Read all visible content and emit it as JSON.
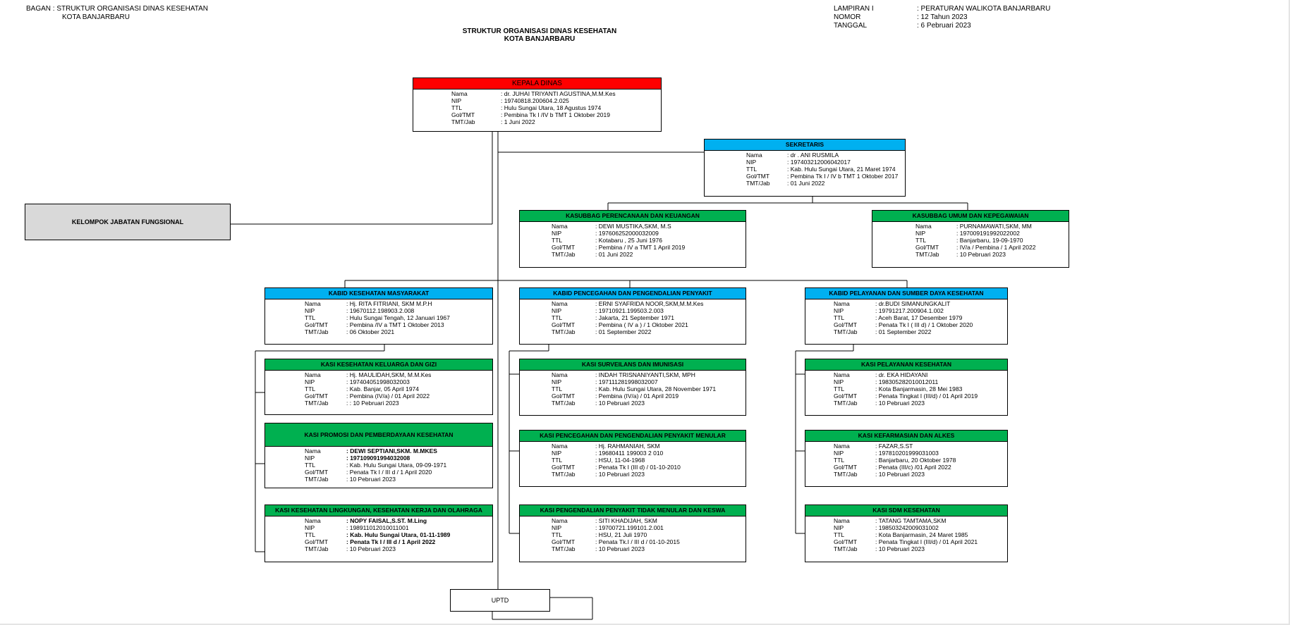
{
  "header_left": {
    "line1": "BAGAN : STRUKTUR ORGANISASI DINAS KESEHATAN",
    "line2": "KOTA BANJARBARU"
  },
  "header_right": {
    "rows": [
      {
        "label": "LAMPIRAN I",
        "value": ": PERATURAN WALIKOTA BANJARBARU"
      },
      {
        "label": "NOMOR",
        "value": ": 12 Tahun 2023"
      },
      {
        "label": "TANGGAL",
        "value": ": 6 Pebruari 2023"
      }
    ]
  },
  "title": {
    "line1": "STRUKTUR ORGANISASI DINAS KESEHATAN",
    "line2": "KOTA BANJARBARU"
  },
  "labels": {
    "nama": "Nama",
    "nip": "NIP",
    "ttl": "TTL",
    "gol": "Gol/TMT",
    "tmt": "TMT/Jab"
  },
  "colors": {
    "kepala": "#ff0000",
    "kabid": "#00b0f0",
    "kasi": "#00b050",
    "fungsional": "#d9d9d9"
  },
  "kepala": {
    "title": "KEPALA DINAS",
    "nama": ": dr. JUHAI TRIYANTI AGUSTINA,M.M.Kes",
    "nip": ": 19740818.200604.2.025",
    "ttl": ": Hulu Sungai Utara, 18 Agustus 1974",
    "gol": ": Pembina Tk I /IV b TMT 1 Oktober 2019",
    "tmt": ": 1 Juni 2022"
  },
  "sekretaris": {
    "title": "SEKRETARIS",
    "nama": ": dr . ANI RUSMILA",
    "nip": ": 197403212006042017",
    "ttl": ": Kab. Hulu Sungai Utara, 21 Maret 1974",
    "gol": ": Pembina Tk I / IV b TMT 1 Oktober 2017",
    "tmt": ":  01 Juni 2022"
  },
  "fungsional": {
    "title": "KELOMPOK JABATAN FUNGSIONAL"
  },
  "uptd": {
    "title": "UPTD"
  },
  "kasubbag_keu": {
    "title": "KASUBBAG PERENCANAAN DAN KEUANGAN",
    "nama": ": DEWI MUSTIKA,SKM, M.S",
    "nip": ": 197606252000032009",
    "ttl": ": Kotabaru , 25 Juni 1976",
    "gol": ": Pembina / IV a TMT 1 April 2019",
    "tmt": ": 01 Juni 2022"
  },
  "kasubbag_umum": {
    "title": "KASUBBAG UMUM DAN KEPEGAWAIAN",
    "nama": ": PURNAMAWATI,SKM, MM",
    "nip": ": 197009191992022002",
    "ttl": ": Banjarbaru, 19-09-1970",
    "gol": ": IV/a / Pembina / 1 April 2022",
    "tmt": ":  10 Pebruari 2023"
  },
  "kabid_kesmas": {
    "title": "KABID KESEHATAN MASYARAKAT",
    "nama": ": Hj. RITA FITRIANI, SKM M.P.H",
    "nip": ": 19670112.198903.2.008",
    "ttl": ": Hulu Sungai Tengah, 12 Januari 1967",
    "gol": ": Pembina /IV a TMT 1 Oktober 2013",
    "tmt": ": 06 Oktober 2021"
  },
  "kabid_p2p": {
    "title": "KABID PENCEGAHAN DAN PENGENDALIAN PENYAKIT",
    "nama": ": ERNI SYAFRIDA NOOR,SKM,M.M.Kes",
    "nip": ": 19710921.199503.2.003",
    "ttl": ": Jakarta, 21 September 1971",
    "gol": ": Pembina ( IV a ) / 1 Oktober 2021",
    "tmt": ": 01 September 2022"
  },
  "kabid_yankes": {
    "title": "KABID PELAYANAN DAN SUMBER DAYA KESEHATAN",
    "nama": ": dr.BUDI SIMANUNGKALIT",
    "nip": ": 19791217.200904.1.002",
    "ttl": ": Aceh Barat, 17 Desember 1979",
    "gol": ": Penata Tk I ( III d) / 1 Oktober 2020",
    "tmt": ": 01 September 2022"
  },
  "kasi_kesga": {
    "title": "KASI KESEHATAN KELUARGA DAN GIZI",
    "nama": ": Hj. MAULIDAH,SKM, M.M.Kes",
    "nip": ": 197404051998032003",
    "ttl": ": Kab. Banjar, 05 April 1974",
    "gol": ": Pembina (IV/a) / 01 April 2022",
    "tmt": ": : 10 Pebruari 2023"
  },
  "kasi_promkes": {
    "title": "KASI PROMOSI DAN PEMBERDAYAAN KESEHATAN",
    "nama": ": DEWI SEPTIANI,SKM. M.MKES",
    "nip": ": 197109091994032008",
    "ttl": ": Kab. Hulu Sungai Utara, 09-09-1971",
    "gol": ": Penata Tk I / III d / 1 April 2020",
    "tmt": ": 10 Pebruari 2023"
  },
  "kasi_kesling": {
    "title": "KASI KESEHATAN LINGKUNGAN, KESEHATAN KERJA DAN OLAHRAGA",
    "nama": ": NOPY FAISAL,S.ST. M.Ling",
    "nip": ": 198911012010011001",
    "ttl": ": Kab. Hulu Sungai Utara, 01-11-1989",
    "gol": ": Penata Tk I / III d / 1 April 2022",
    "tmt": ": 10 Pebruari 2023"
  },
  "kasi_surveilans": {
    "title": "KASI SURVEILANS DAN IMUNISASI",
    "nama": ": INDAH TRISNANIYANTI,SKM, MPH",
    "nip": ": 197111281998032007",
    "ttl": ": Kab. Hulu Sungai Utara, 28 November 1971",
    "gol": ": Pembina (IV/a) / 01 April 2019",
    "tmt": ": 10 Pebruari 2023"
  },
  "kasi_p2pm": {
    "title": "KASI PENCEGAHAN DAN PENGENDALIAN PENYAKIT MENULAR",
    "nama": ": Hj. RAHMANIAH, SKM",
    "nip": ": 19680411 199003 2 010",
    "ttl": ": HSU, 11-04-1968",
    "gol": ": Penata Tk I (III d) / 01-10-2010",
    "tmt": ": 10 Pebruari 2023"
  },
  "kasi_ptm": {
    "title": "KASI PENGENDALIAN PENYAKIT TIDAK MENULAR DAN KESWA",
    "nama": ": SITI KHADIJAH, SKM",
    "nip": ": 19700721.199101.2.001",
    "ttl": ": HSU, 21 Juli 1970",
    "gol": ": Penata Tk.I / III d  /  01-10-2015",
    "tmt": ": 10 Pebruari 2023"
  },
  "kasi_yankes": {
    "title": "KASI PELAYANAN KESEHATAN",
    "nama": ": dr. EKA HIDAYANI",
    "nip": ": 198305282010012011",
    "ttl": ": Kota Banjarmasin, 28 Mei 1983",
    "gol": ": Penata Tingkat I (III/d) / 01 April 2019",
    "tmt": ": 10 Pebruari 2023"
  },
  "kasi_farmasi": {
    "title": "KASI KEFARMASIAN DAN ALKES",
    "nama": ": FAZAR,S.ST",
    "nip": ": 197810201999031003",
    "ttl": ": Banjarbaru, 20 Oktober 1978",
    "gol": ": Penata (III/c)  /01 April 2022",
    "tmt": ": 10 Pebruari 2023"
  },
  "kasi_sdm": {
    "title": "KASI SDM KESEHATAN",
    "nama": ": TATANG TAMTAMA,SKM",
    "nip": ": 198503242009031002",
    "ttl": ": Kota Banjarmasin, 24 Maret 1985",
    "gol": ": Penata Tingkat I (III/d) / 01 April 2021",
    "tmt": ": 10 Pebruari 2023"
  }
}
